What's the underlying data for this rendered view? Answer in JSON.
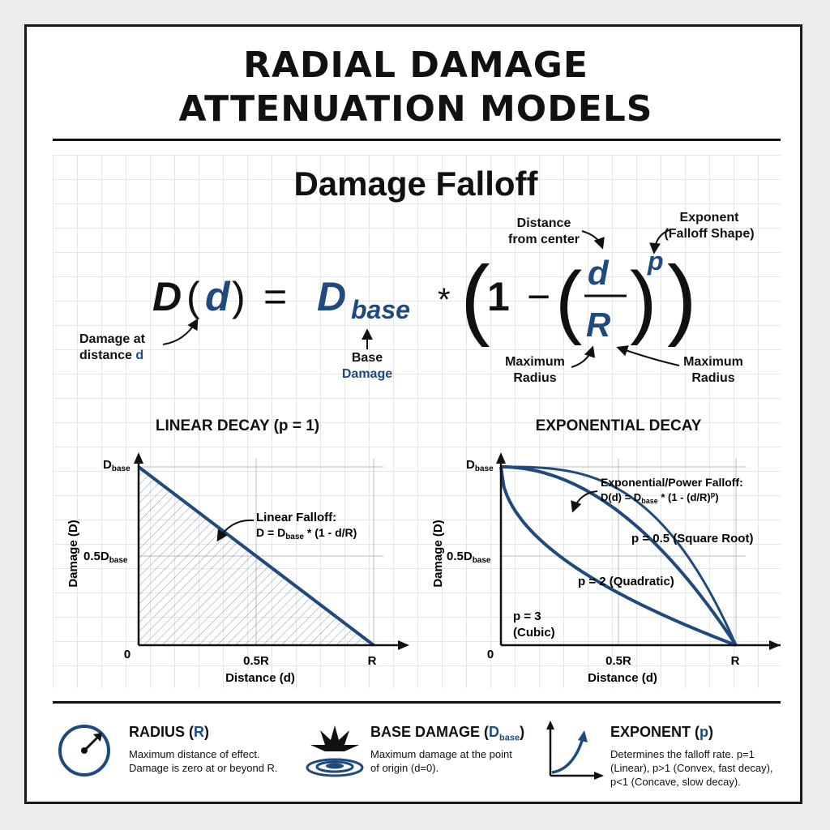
{
  "title": {
    "line1": "RADIAL DAMAGE",
    "line2": "ATTENUATION MODELS"
  },
  "formula": {
    "heading": "Damage Falloff",
    "lhs": "D",
    "lhs_var": "d",
    "base_d": "D",
    "base_sub": "base",
    "mult": "*",
    "one": "1",
    "minus": "−",
    "num": "d",
    "den": "R",
    "exp": "p",
    "annotations": {
      "distance_line1": "Distance",
      "distance_line2": "from center",
      "exponent_line1": "Exponent",
      "exponent_line2": "(Falloff Shape)",
      "damage_at_line1": "Damage at",
      "damage_at_line2": "distance ",
      "damage_at_var": "d",
      "base_line1": "Base",
      "base_line2": "Damage",
      "maxr_left_line1": "Maximum",
      "maxr_left_line2": "Radius",
      "maxr_right_line1": "Maximum",
      "maxr_right_line2": "Radius"
    }
  },
  "chart_data": [
    {
      "type": "area",
      "title": "LINEAR DECAY (p = 1)",
      "xlabel": "Distance (d)",
      "ylabel": "Damage (D)",
      "x_ticks": [
        "0",
        "0.5R",
        "R"
      ],
      "y_ticks": [
        "0.5D",
        "D"
      ],
      "y_tick_sub": "base",
      "xlim": [
        0,
        1
      ],
      "ylim": [
        0,
        1
      ],
      "grid": true,
      "series": [
        {
          "p": 1,
          "x": [
            0,
            0.5,
            1
          ],
          "y": [
            1,
            0.5,
            0
          ]
        }
      ],
      "annotation": {
        "line1": "Linear Falloff:",
        "line2_prefix": "D = D",
        "line2_sub": "base",
        "line2_suffix": " * (1 - d/R)"
      }
    },
    {
      "type": "line",
      "title": "EXPONENTIAL DECAY",
      "xlabel": "Distance (d)",
      "ylabel": "Damage (D)",
      "x_ticks": [
        "0",
        "0.5R",
        "R"
      ],
      "y_ticks": [
        "0.5D",
        "D"
      ],
      "y_tick_sub": "base",
      "xlim": [
        0,
        1
      ],
      "ylim": [
        0,
        1
      ],
      "grid": true,
      "series": [
        {
          "name": "p = 0.5 (Square Root)",
          "p": 0.5
        },
        {
          "name": "p = 2 (Quadratic)",
          "p": 2
        },
        {
          "name": "p = 3",
          "name2": "(Cubic)",
          "p": 3
        }
      ],
      "annotation": {
        "line1": "Exponential/Power Falloff:",
        "line2_prefix": "D(d) = D",
        "line2_sub": "base",
        "line2_suffix": " * (1 - (d/R)",
        "line2_sup": "p",
        "line2_end": ")"
      }
    }
  ],
  "legend": {
    "radius": {
      "title": "RADIUS (",
      "var": "R",
      "close": ")",
      "desc1": "Maximum distance of effect.",
      "desc2": "Damage is zero at or beyond R."
    },
    "base_damage": {
      "title": "BASE DAMAGE (",
      "var": "D",
      "var_sub": "base",
      "close": ")",
      "desc1": "Maximum damage at the point",
      "desc2": "of origin (d=0)."
    },
    "exponent": {
      "title": "EXPONENT (",
      "var": "p",
      "close": ")",
      "desc1": "Determines the falloff rate. p=1",
      "desc2": "(Linear), p>1 (Convex, fast decay),",
      "desc3": "p<1 (Concave, slow decay)."
    }
  },
  "colors": {
    "accent": "#1e4a7e",
    "ink": "#111111",
    "grid": "#d8d8d8"
  }
}
